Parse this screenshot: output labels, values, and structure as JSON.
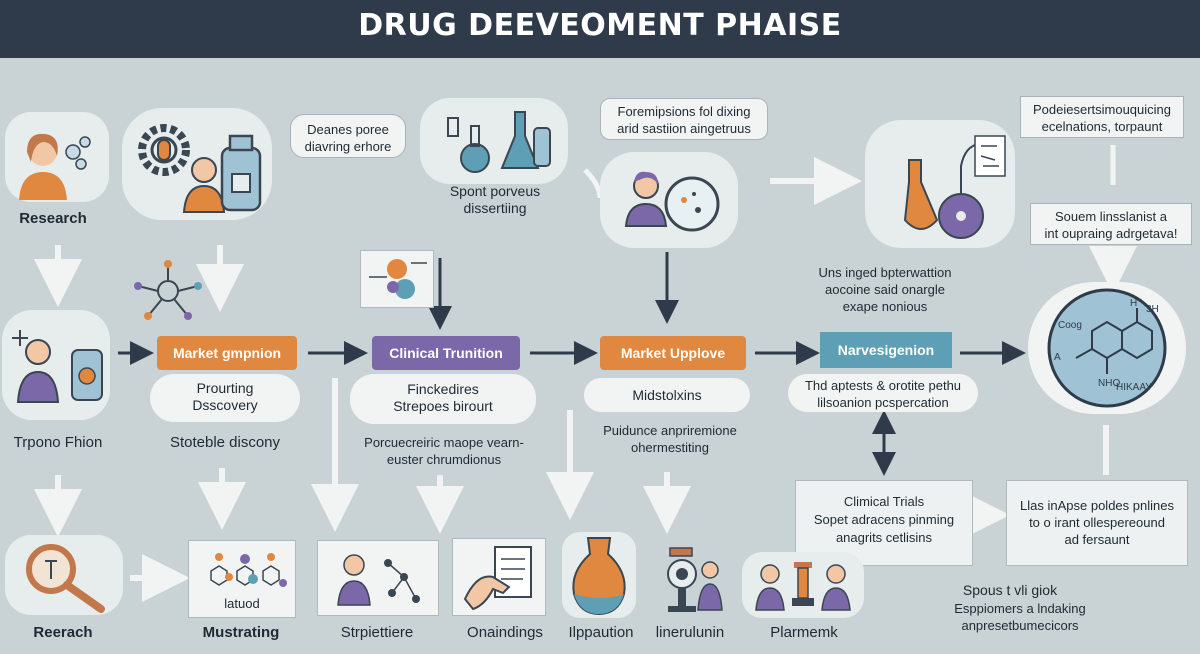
{
  "title": "DRUG DEEVEOMENT PHAISE",
  "colors": {
    "header_bg": "#2f3b4a",
    "orange": "#e0883f",
    "purple": "#7b68a8",
    "blue": "#5f9fb5",
    "dark_arrow": "#2f3b4a",
    "light_arrow": "#f2f4f4",
    "background": "#c9d3d6"
  },
  "top_row": {
    "research_label": "Research",
    "lab_speech": "Deanes poree\ndiavring erhore",
    "flask_caption": "Spont porveus\ndissertiing",
    "formulation_note": "Foremipsions fol dixing\narid sastiion aingetruus",
    "top_right_note": "Podeiesertsimouquicing\necelnations, torpaunt",
    "right_middle_note": "Souem linsslanist a\nint oupraing adrgetava!"
  },
  "center_text": "Uns inged bpterwattion\naocoine said onargle\nexape nonious",
  "middle_row": {
    "left_label": "Trpono Fhion",
    "stage1": {
      "pill": "Market gmpnion",
      "bubble": "Prourting\nDsscovery",
      "caption": "Stoteble discony"
    },
    "stage2": {
      "pill": "Clinical Trunition",
      "bubble": "Finckedires\nStrepoes birourt",
      "caption": "Porcuecreiric maope vearn-\neuster chrumdionus"
    },
    "stage3": {
      "pill": "Market Upplove",
      "bubble": "Midstolxins",
      "caption": "Puidunce anpriremione\nohermestiting"
    },
    "stage4": {
      "pill": "Narvesigenion",
      "bubble": "Thd aptests & orotite pethu\nlilsoanion pcspercation"
    }
  },
  "clinical_box": "Climical Trials\nSopet adracens pinming\nanagrits cetlisins",
  "right_box": "Llas inApse poldes pnlines\nto o irant ollespereound\nad fersaunt",
  "bottom_right_text": {
    "title": "Spous t vli giok",
    "body": "Esppiomers a lndaking\nanpresetbumecicors"
  },
  "bottom_row": {
    "labels": [
      "Reerach",
      "Mustrating",
      "Strpiettiere",
      "Onaindings",
      "Ilppaution",
      "linerulunin",
      "Plarmemk"
    ],
    "diagram_caption": "latuod"
  },
  "molecule_labels": [
    "Coog",
    "H",
    "3H",
    "A",
    "NHO",
    "HIKAAY"
  ]
}
